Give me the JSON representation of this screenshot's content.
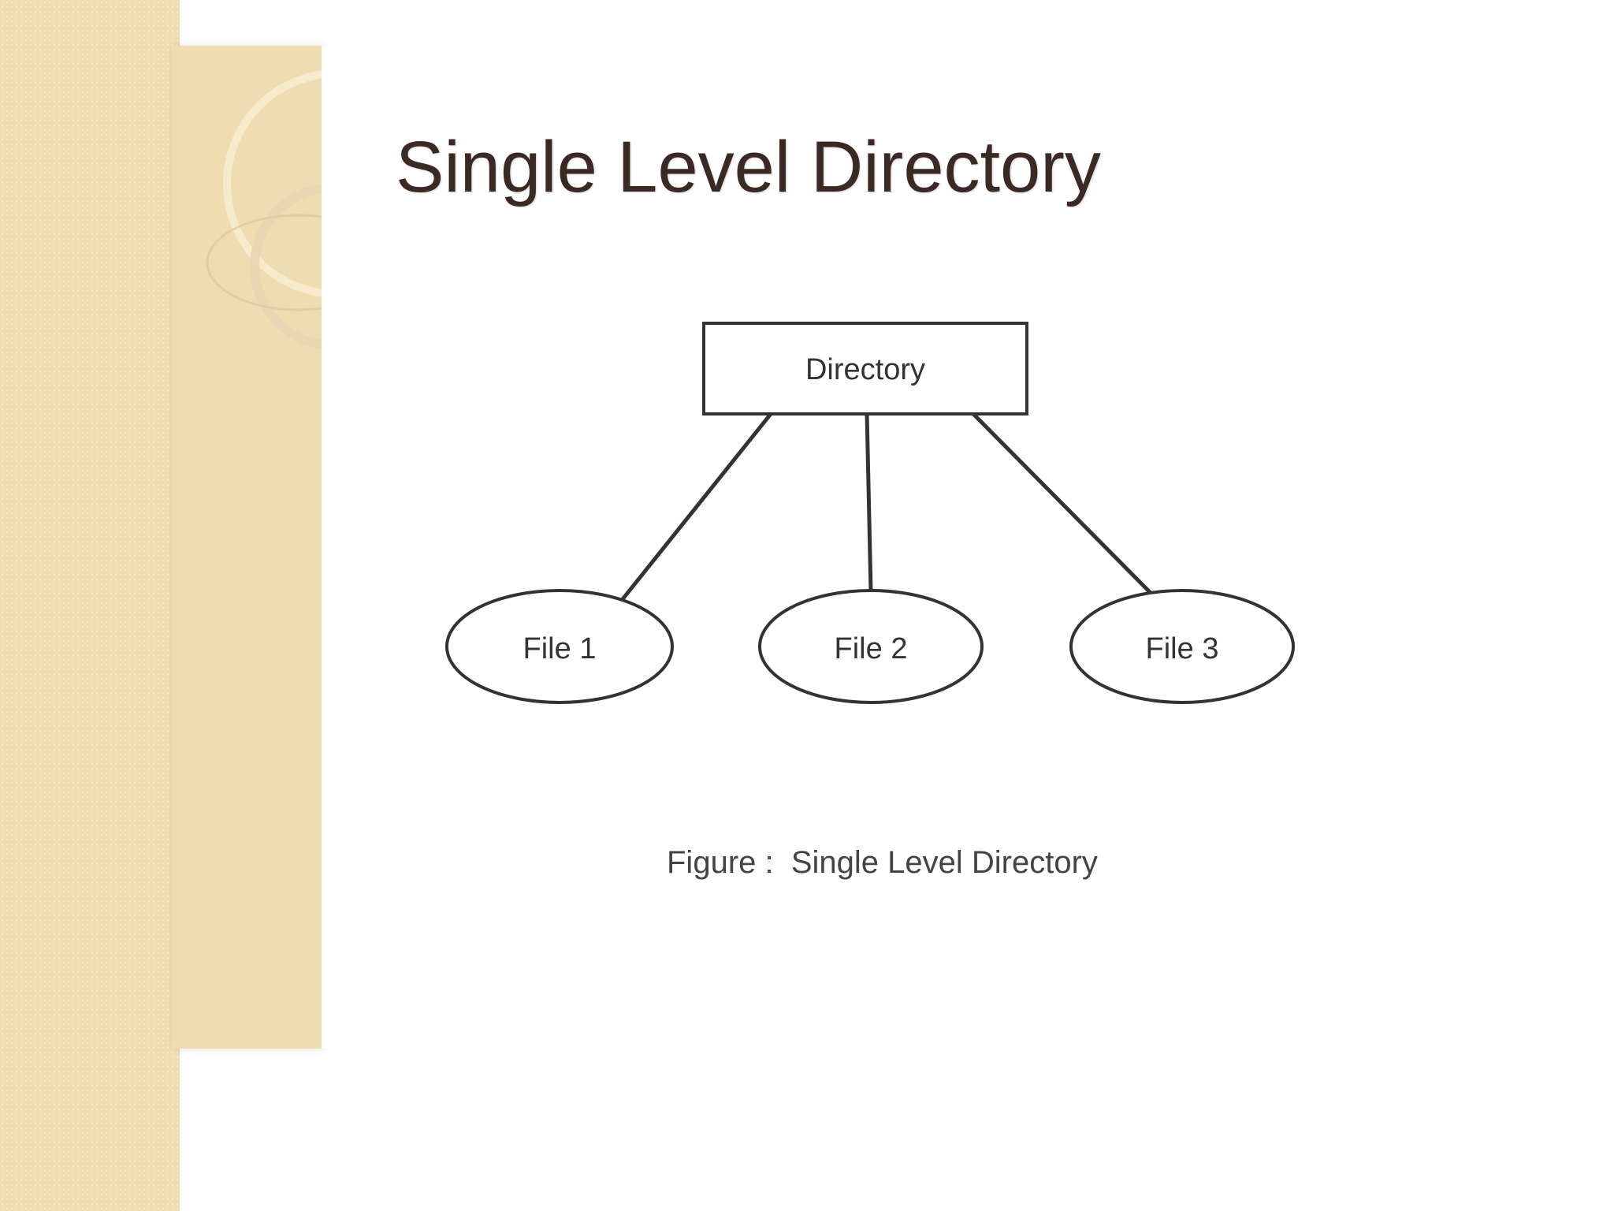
{
  "slide": {
    "title": "Single Level Directory",
    "caption": "Figure :  Single Level Directory"
  },
  "diagram": {
    "root": {
      "label": "Directory"
    },
    "children": [
      {
        "label": "File 1"
      },
      {
        "label": "File 2"
      },
      {
        "label": "File 3"
      }
    ]
  },
  "colors": {
    "accent_tan": "#efdcaf",
    "title_text": "#3b2a24",
    "diagram_stroke": "#333333"
  }
}
